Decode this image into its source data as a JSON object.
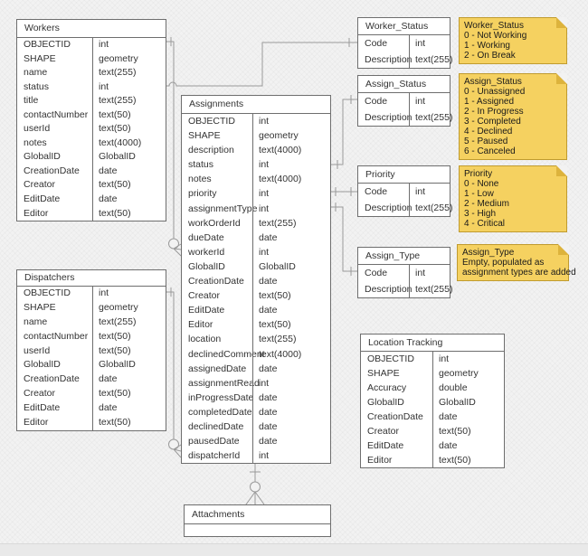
{
  "tables": {
    "workers": {
      "title": "Workers",
      "fields": [
        {
          "name": "OBJECTID",
          "type": "int"
        },
        {
          "name": "SHAPE",
          "type": "geometry"
        },
        {
          "name": "name",
          "type": "text(255)"
        },
        {
          "name": "status",
          "type": "int"
        },
        {
          "name": "title",
          "type": "text(255)"
        },
        {
          "name": "contactNumber",
          "type": "text(50)"
        },
        {
          "name": "userId",
          "type": "text(50)"
        },
        {
          "name": "notes",
          "type": "text(4000)"
        },
        {
          "name": "GlobalID",
          "type": "GlobalID"
        },
        {
          "name": "CreationDate",
          "type": "date"
        },
        {
          "name": "Creator",
          "type": "text(50)"
        },
        {
          "name": "EditDate",
          "type": "date"
        },
        {
          "name": "Editor",
          "type": "text(50)"
        }
      ]
    },
    "dispatchers": {
      "title": "Dispatchers",
      "fields": [
        {
          "name": "OBJECTID",
          "type": "int"
        },
        {
          "name": "SHAPE",
          "type": "geometry"
        },
        {
          "name": "name",
          "type": "text(255)"
        },
        {
          "name": "contactNumber",
          "type": "text(50)"
        },
        {
          "name": "userId",
          "type": "text(50)"
        },
        {
          "name": "GlobalID",
          "type": "GlobalID"
        },
        {
          "name": "CreationDate",
          "type": "date"
        },
        {
          "name": "Creator",
          "type": "text(50)"
        },
        {
          "name": "EditDate",
          "type": "date"
        },
        {
          "name": "Editor",
          "type": "text(50)"
        }
      ]
    },
    "assignments": {
      "title": "Assignments",
      "fields": [
        {
          "name": "OBJECTID",
          "type": "int"
        },
        {
          "name": "SHAPE",
          "type": "geometry"
        },
        {
          "name": "description",
          "type": "text(4000)"
        },
        {
          "name": "status",
          "type": "int"
        },
        {
          "name": "notes",
          "type": "text(4000)"
        },
        {
          "name": "priority",
          "type": "int"
        },
        {
          "name": "assignmentType",
          "type": "int"
        },
        {
          "name": "workOrderId",
          "type": "text(255)"
        },
        {
          "name": "dueDate",
          "type": "date"
        },
        {
          "name": "workerId",
          "type": "int"
        },
        {
          "name": "GlobalID",
          "type": "GlobalID"
        },
        {
          "name": "CreationDate",
          "type": "date"
        },
        {
          "name": "Creator",
          "type": "text(50)"
        },
        {
          "name": "EditDate",
          "type": "date"
        },
        {
          "name": "Editor",
          "type": "text(50)"
        },
        {
          "name": "location",
          "type": "text(255)"
        },
        {
          "name": "declinedComment",
          "type": "text(4000)"
        },
        {
          "name": "assignedDate",
          "type": "date"
        },
        {
          "name": "assignmentRead",
          "type": "int"
        },
        {
          "name": "inProgressDate",
          "type": "date"
        },
        {
          "name": "completedDate",
          "type": "date"
        },
        {
          "name": "declinedDate",
          "type": "date"
        },
        {
          "name": "pausedDate",
          "type": "date"
        },
        {
          "name": "dispatcherId",
          "type": "int"
        }
      ]
    },
    "worker_status": {
      "title": "Worker_Status",
      "fields": [
        {
          "name": "Code",
          "type": "int"
        },
        {
          "name": "Description",
          "type": "text(255)"
        }
      ]
    },
    "assign_status": {
      "title": "Assign_Status",
      "fields": [
        {
          "name": "Code",
          "type": "int"
        },
        {
          "name": "Description",
          "type": "text(255)"
        }
      ]
    },
    "priority": {
      "title": "Priority",
      "fields": [
        {
          "name": "Code",
          "type": "int"
        },
        {
          "name": "Description",
          "type": "text(255)"
        }
      ]
    },
    "assign_type": {
      "title": "Assign_Type",
      "fields": [
        {
          "name": "Code",
          "type": "int"
        },
        {
          "name": "Description",
          "type": "text(255)"
        }
      ]
    },
    "location_tracking": {
      "title": "Location Tracking",
      "fields": [
        {
          "name": "OBJECTID",
          "type": "int"
        },
        {
          "name": "SHAPE",
          "type": "geometry"
        },
        {
          "name": "Accuracy",
          "type": "double"
        },
        {
          "name": "GlobalID",
          "type": "GlobalID"
        },
        {
          "name": "CreationDate",
          "type": "date"
        },
        {
          "name": "Creator",
          "type": "text(50)"
        },
        {
          "name": "EditDate",
          "type": "date"
        },
        {
          "name": "Editor",
          "type": "text(50)"
        }
      ]
    },
    "attachments": {
      "title": "Attachments",
      "fields": []
    }
  },
  "notes": {
    "worker_status": {
      "title": "Worker_Status",
      "lines": [
        "0 - Not Working",
        "1 - Working",
        "2 - On Break"
      ]
    },
    "assign_status": {
      "title": "Assign_Status",
      "lines": [
        "0 - Unassigned",
        "1 - Assigned",
        "2 - In Progress",
        "3 - Completed",
        "4 - Declined",
        "5 - Paused",
        "6 - Canceled"
      ]
    },
    "priority": {
      "title": "Priority",
      "lines": [
        "0 - None",
        "1 - Low",
        "2 - Medium",
        "3 - High",
        "4 - Critical"
      ]
    },
    "assign_type": {
      "title": "Assign_Type",
      "lines": [
        "Empty, populated as",
        "assignment types are added"
      ]
    }
  },
  "relationships": [
    {
      "from": "Workers.OBJECTID",
      "to": "Assignments.workerId",
      "from_cardinality": "one",
      "to_cardinality": "zero-or-many"
    },
    {
      "from": "Dispatchers.OBJECTID",
      "to": "Assignments.dispatcherId",
      "from_cardinality": "one",
      "to_cardinality": "zero-or-many"
    },
    {
      "from": "Assignments",
      "to": "Attachments",
      "from_cardinality": "one",
      "to_cardinality": "zero-or-many"
    },
    {
      "from": "Workers.status",
      "to": "Worker_Status.Code",
      "to_cardinality": "one"
    },
    {
      "from": "Assignments.status",
      "to": "Assign_Status.Code",
      "to_cardinality": "one"
    },
    {
      "from": "Assignments.priority",
      "to": "Priority.Code",
      "to_cardinality": "one"
    },
    {
      "from": "Assignments.assignmentType",
      "to": "Assign_Type.Code",
      "to_cardinality": "one"
    }
  ],
  "colors": {
    "background": "#f2f2f2",
    "table_fill": "#ffffff",
    "table_border": "#6e6e6e",
    "connector": "#9a9a9a",
    "note_fill": "#f5d160",
    "note_border": "#c09b2f",
    "note_fold": "#ddb33c"
  }
}
